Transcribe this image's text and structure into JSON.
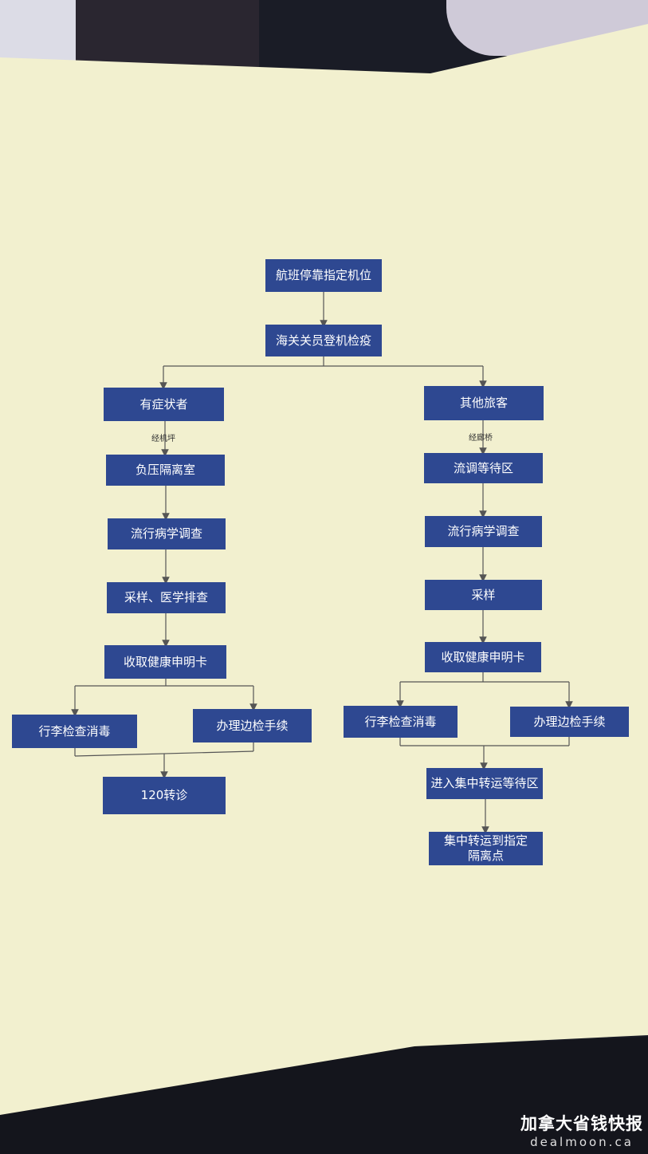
{
  "nodes": {
    "n_park": "航班停靠指定机位",
    "n_board": "海关关员登机检疫",
    "l_symptom": "有症状者",
    "l_neg": "负压隔离室",
    "l_epi": "流行病学调查",
    "l_sample": "采样、医学排查",
    "l_card": "收取健康申明卡",
    "l_luggage": "行李检查消毒",
    "l_border": "办理边检手续",
    "l_120": "120转诊",
    "r_other": "其他旅客",
    "r_wait": "流调等待区",
    "r_epi": "流行病学调查",
    "r_sample": "采样",
    "r_card": "收取健康申明卡",
    "r_luggage": "行李检查消毒",
    "r_border": "办理边检手续",
    "r_transit": "进入集中转运等待区",
    "r_transfer": "集中转运到指定隔离点"
  },
  "edge_labels": {
    "left_route": "经机坪",
    "right_route": "经廊桥"
  },
  "watermark": {
    "cn": "加拿大省钱快报",
    "en": "dealmoon.ca"
  },
  "colors": {
    "box_fill": "#2e4891",
    "paper": "#f2f0cf",
    "line": "#555555"
  }
}
